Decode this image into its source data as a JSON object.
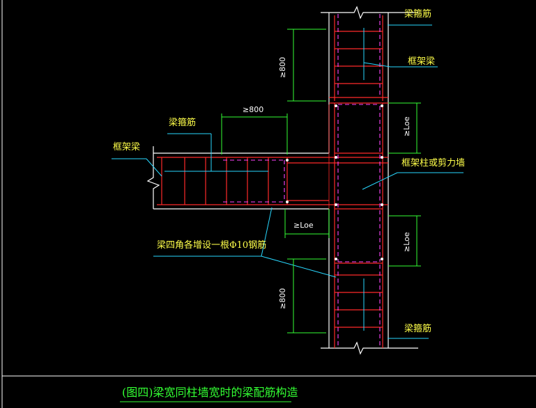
{
  "labels": {
    "beam_stirrup_top": "梁箍筋",
    "frame_beam_right": "框架梁",
    "beam_stirrup_left": "梁箍筋",
    "frame_beam_left": "框架梁",
    "frame_column_or_shear_wall": "框架柱或剪力墙",
    "corner_bar_note": "梁四角各增设一根Φ10钢筋",
    "beam_stirrup_bottom": "梁箍筋"
  },
  "dimensions": {
    "ge800_top": "≥800",
    "ge800_horizontal": "≥800",
    "ge800_bottom": "≥800",
    "loe_upper": "≥Loe",
    "loe_horizontal": "≥Loe",
    "loe_lower": "≥Loe"
  },
  "caption": "(图四)梁宽同柱墙宽时的梁配筋构造",
  "colors": {
    "background": "#000000",
    "outline": "#ffffff",
    "rebar_red": "#ff2a2a",
    "stirrup_dash": "#ff44ff",
    "leader_cyan": "#29d8ff",
    "dimension_green": "#33ff33",
    "label_yellow": "#ffff4a"
  }
}
